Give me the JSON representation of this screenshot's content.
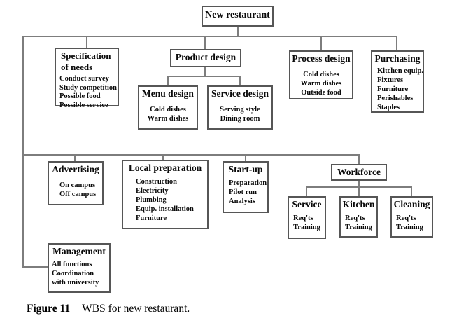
{
  "figure": {
    "label": "Figure 11",
    "caption": "WBS for new restaurant."
  },
  "colors": {
    "box_border": "#565656",
    "connector": "#7d7d7d",
    "text": "#0a0a0a",
    "background": "#ffffff"
  },
  "nodes": {
    "new_restaurant": {
      "title": "New restaurant"
    },
    "specification": {
      "title": "Specification of needs",
      "items": [
        "Conduct survey",
        "Study competition",
        "Possible food",
        "Possible service"
      ]
    },
    "product_design": {
      "title": "Product design"
    },
    "process_design": {
      "title": "Process design",
      "items": [
        "Cold dishes",
        "Warm dishes",
        "Outside food"
      ]
    },
    "purchasing": {
      "title": "Purchasing",
      "items": [
        "Kitchen equip.",
        "Fixtures",
        "Furniture",
        "Perishables",
        "Staples"
      ]
    },
    "menu_design": {
      "title": "Menu design",
      "items": [
        "Cold dishes",
        "Warm dishes"
      ]
    },
    "service_design": {
      "title": "Service design",
      "items": [
        "Serving style",
        "Dining room"
      ]
    },
    "advertising": {
      "title": "Advertising",
      "items": [
        "On campus",
        "Off campus"
      ]
    },
    "local_preparation": {
      "title": "Local preparation",
      "items": [
        "Construction",
        "Electricity",
        "Plumbing",
        "Equip. installation",
        "Furniture"
      ]
    },
    "start_up": {
      "title": "Start-up",
      "items": [
        "Preparation",
        "Pilot run",
        "Analysis"
      ]
    },
    "workforce": {
      "title": "Workforce"
    },
    "service": {
      "title": "Service",
      "items": [
        "Req'ts",
        "Training"
      ]
    },
    "kitchen": {
      "title": "Kitchen",
      "items": [
        "Req'ts",
        "Training"
      ]
    },
    "cleaning": {
      "title": "Cleaning",
      "items": [
        "Req'ts",
        "Training"
      ]
    },
    "management": {
      "title": "Management",
      "items": [
        "All functions",
        "Coordination with university"
      ]
    }
  }
}
